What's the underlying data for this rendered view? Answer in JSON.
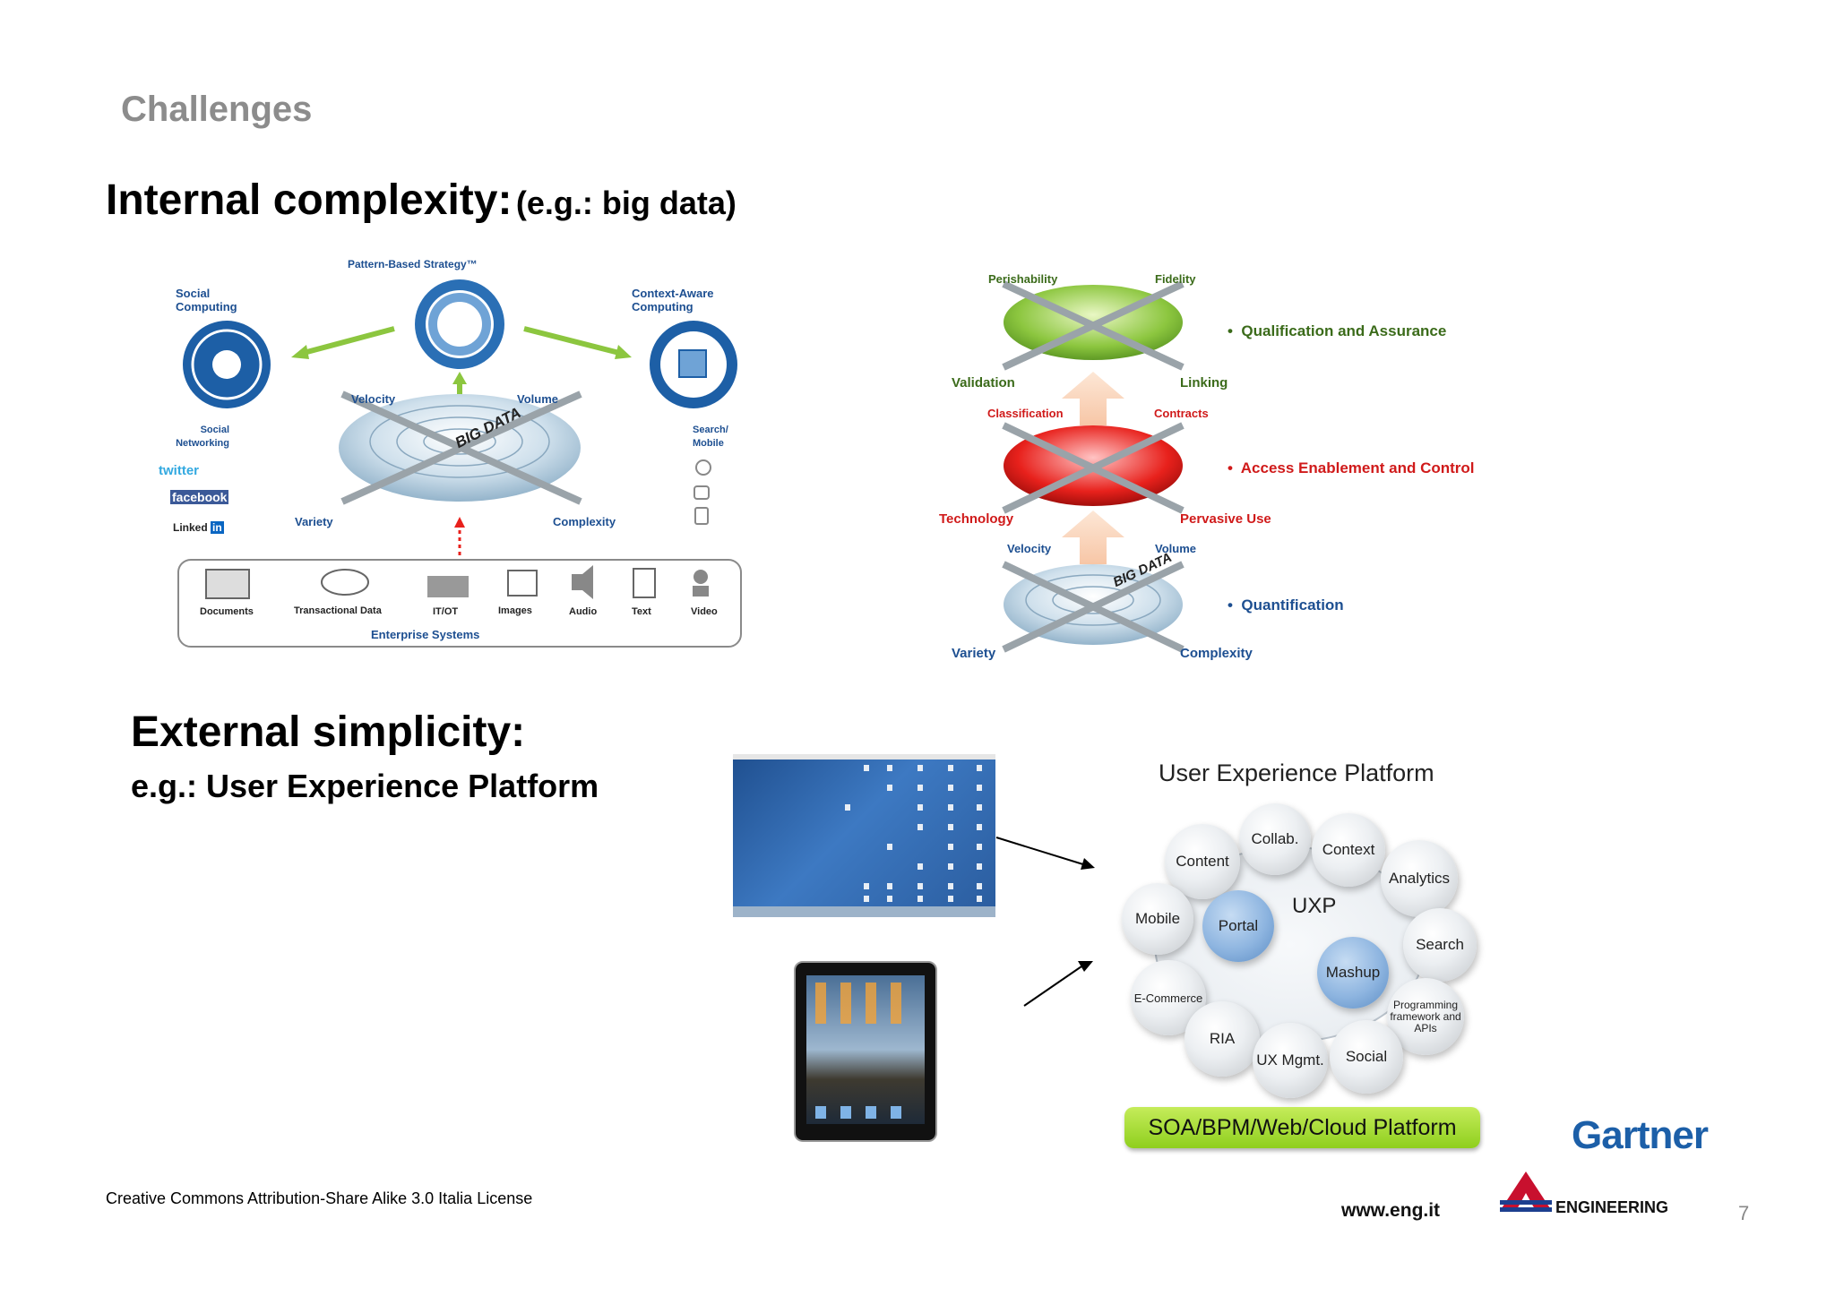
{
  "slide": {
    "section": "Challenges",
    "internal_title": "Internal complexity:",
    "internal_sub": "(e.g.: big data)",
    "external_title": "External simplicity:",
    "external_sub": "e.g.: User Experience Platform",
    "page_number": "7"
  },
  "left_diagram": {
    "strategy_label": "Pattern-Based Strategy™",
    "social_computing": [
      "Social",
      "Computing"
    ],
    "context_aware": [
      "Context-Aware",
      "Computing"
    ],
    "velocity": "Velocity",
    "volume": "Volume",
    "variety": "Variety",
    "complexity": "Complexity",
    "big_data": "BIG DATA",
    "social_networking": [
      "Social",
      "Networking"
    ],
    "search_mobile": [
      "Search/",
      "Mobile"
    ],
    "brands": {
      "twitter": "twitter",
      "facebook": "facebook",
      "linkedin": "Linked",
      "linkedin_in": "in"
    },
    "enterprise_items": [
      "Documents",
      "Transactional Data",
      "IT/OT",
      "Images",
      "Audio",
      "Text",
      "Video"
    ],
    "enterprise_label": "Enterprise Systems"
  },
  "right_diagram": {
    "perishability": "Perishability",
    "fidelity": "Fidelity",
    "validation": "Validation",
    "linking": "Linking",
    "classification": "Classification",
    "contracts": "Contracts",
    "technology": "Technology",
    "pervasive_use": "Pervasive Use",
    "velocity": "Velocity",
    "volume": "Volume",
    "variety": "Variety",
    "complexity": "Complexity",
    "big_data": "BIG DATA",
    "bullets": {
      "qualification": "Qualification and Assurance",
      "access": "Access Enablement and Control",
      "quantification": "Quantification"
    },
    "colors": {
      "green": "#8cc63f",
      "red": "#e8211c",
      "blue": "#1d4f91"
    }
  },
  "uxp": {
    "title": "User Experience  Platform",
    "center": "UXP",
    "bubbles": {
      "collab": "Collab.",
      "content": "Content",
      "context": "Context",
      "analytics": "Analytics",
      "mobile": "Mobile",
      "portal": "Portal",
      "search": "Search",
      "mashup": "Mashup",
      "ecommerce": "E-Commerce",
      "programming": [
        "Programming",
        "framework and",
        "APIs"
      ],
      "ria": "RIA",
      "uxmgmt": "UX Mgmt.",
      "social": "Social"
    },
    "platform_bar": "SOA/BPM/Web/Cloud Platform"
  },
  "footer": {
    "license": "Creative Commons Attribution-Share Alike 3.0 Italia License",
    "website": "www.eng.it",
    "engineering": "ENGINEERING",
    "gartner": "Gartner"
  }
}
